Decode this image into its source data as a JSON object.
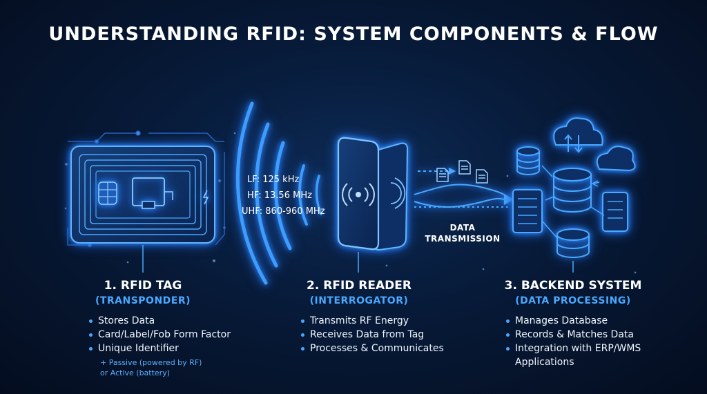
{
  "title": "UNDERSTANDING RFID: SYSTEM COMPONENTS & FLOW",
  "frequencies": [
    "LF: 125 kHz",
    "HF: 13.56 MHz",
    "UHF: 860-960 MHz"
  ],
  "flow_label_line1": "DATA",
  "flow_label_line2": "TRANSMISSION",
  "columns": [
    {
      "heading": "1. RFID TAG",
      "subheading": "(TRANSPONDER)",
      "bullets": [
        "Stores Data",
        "Card/Label/Fob Form Factor",
        "Unique Identifier"
      ],
      "note_line1": "+ Passive (powered by RF)",
      "note_line2": "or Active (battery)"
    },
    {
      "heading": "2. RFID READER",
      "subheading": "(INTERROGATOR)",
      "bullets": [
        "Transmits RF Energy",
        "Receives Data from Tag",
        "Processes & Communicates"
      ]
    },
    {
      "heading": "3. BACKEND SYSTEM",
      "subheading": "(DATA PROCESSING)",
      "bullets": [
        "Manages Database",
        "Records & Matches Data",
        "Integration with ERP/WMS Applications"
      ]
    }
  ],
  "colors": {
    "accent": "#4aa8ff",
    "glow": "#2f8cff",
    "background": "#071a38"
  },
  "icons": [
    "rfid-card-icon",
    "chip-icon",
    "rf-wave-icon",
    "reader-icon",
    "document-icon",
    "database-icon",
    "server-icon",
    "cloud-icon"
  ]
}
